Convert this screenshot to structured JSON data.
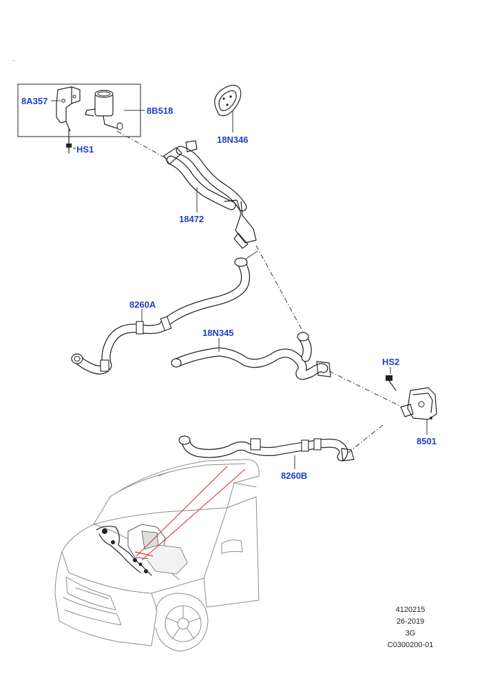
{
  "callouts": {
    "c8A357": "8A357",
    "c8B518": "8B518",
    "cHS1": "HS1",
    "c18N346": "18N346",
    "c18472": "18472",
    "c8260A": "8260A",
    "c18N345": "18N345",
    "cHS2": "HS2",
    "c8501": "8501",
    "c8260B": "8260B"
  },
  "footer": {
    "line1": "4120215",
    "line2": "26-2019",
    "line3": "3G",
    "line4": "C0300200-01"
  },
  "colors": {
    "callout": "#1f3fc4",
    "linework": "#222222",
    "locator": "#e03030",
    "vehicle": "#8a8a8a"
  }
}
